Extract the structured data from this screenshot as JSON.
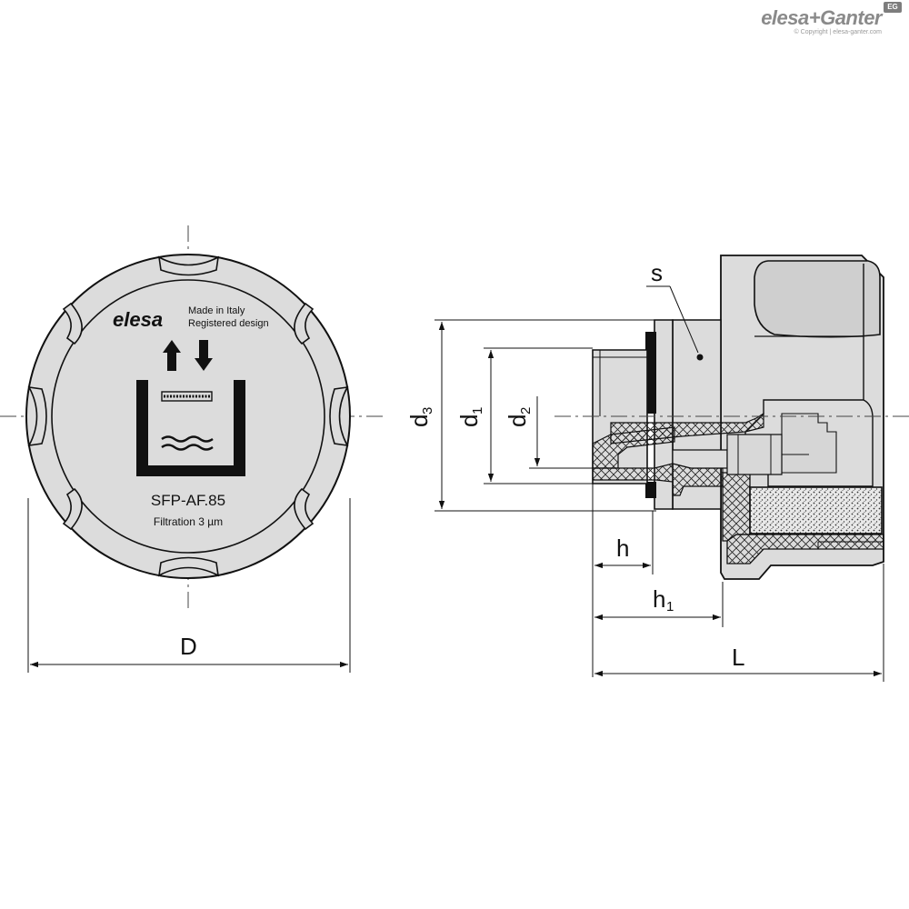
{
  "brand": {
    "name": "elesa+Ganter",
    "copyright": "© Copyright | elesa-ganter.com",
    "badge": "EG"
  },
  "front_view": {
    "logo": "elesa",
    "made_in": "Made in Italy",
    "registered": "Registered design",
    "model": "SFP-AF.85",
    "filtration": "Filtration 3 µm"
  },
  "dimensions": {
    "D": "D",
    "L": "L",
    "h": "h",
    "h1_main": "h",
    "h1_sub": "1",
    "d1_main": "d",
    "d1_sub": "1",
    "d2_main": "d",
    "d2_sub": "2",
    "d3_main": "d",
    "d3_sub": "3",
    "s": "s"
  },
  "colors": {
    "body_fill": "#dcdcdc",
    "line": "#111111",
    "dash": "#444444",
    "accent": "#8a8a8a"
  }
}
